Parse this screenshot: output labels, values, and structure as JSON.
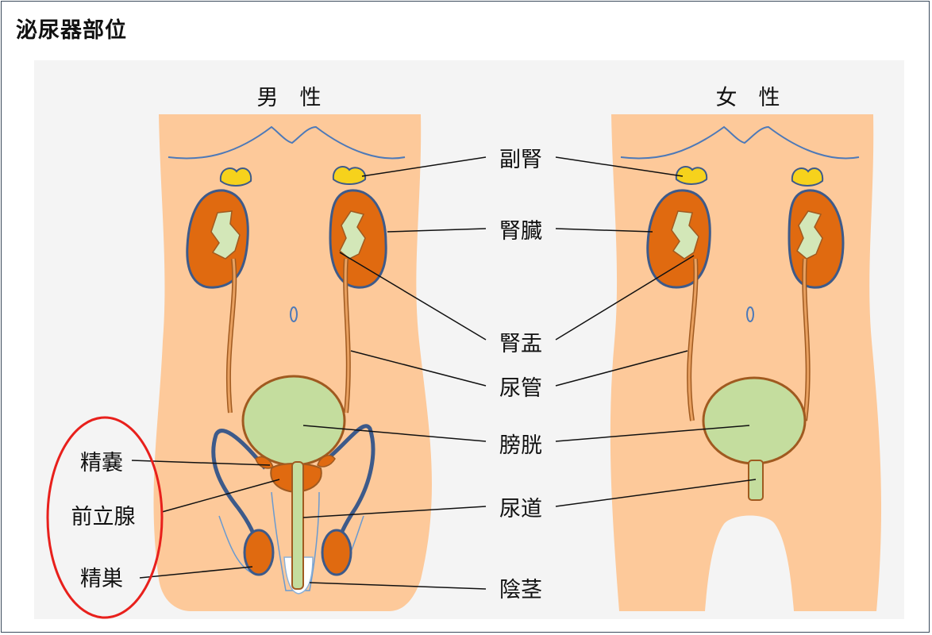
{
  "title": "泌尿器部位",
  "figures": {
    "male_label": "男　性",
    "female_label": "女　性"
  },
  "organs": {
    "adrenal": "副腎",
    "kidney": "腎臓",
    "renal_pelvis": "腎盂",
    "ureter": "尿管",
    "bladder": "膀胱",
    "urethra": "尿道",
    "penis": "陰茎"
  },
  "male_only": {
    "seminal_vesicle": "精嚢",
    "prostate": "前立腺",
    "testis": "精巣"
  },
  "colors": {
    "skin": "#fdc99a",
    "kidney": "#e06a10",
    "kidney_outline": "#3d5a8a",
    "adrenal": "#f6d21c",
    "bladder": "#c4dd9e",
    "pelvis": "#d3e7b8",
    "highlight_ellipse": "#e8201c",
    "outline_blue": "#4d79b8"
  }
}
